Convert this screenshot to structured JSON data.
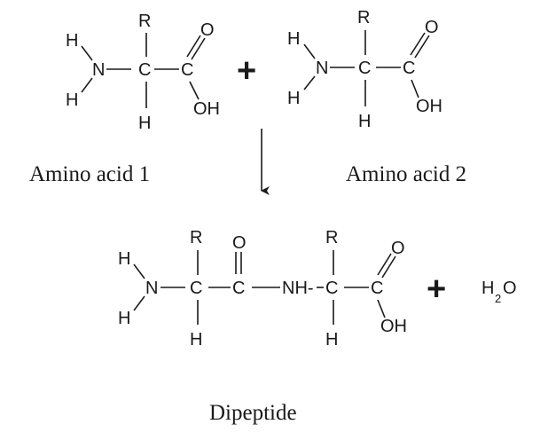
{
  "reactants": [
    {
      "atoms": {
        "r": "R",
        "h_top": "H",
        "n": "N",
        "h_bottom": "H",
        "c_alpha": "C",
        "h_alpha": "H",
        "c_carbonyl": "C",
        "o": "O",
        "oh": "OH"
      },
      "caption": "Amino acid 1"
    },
    {
      "atoms": {
        "r": "R",
        "h_top": "H",
        "n": "N",
        "h_bottom": "H",
        "c_alpha": "C",
        "h_alpha": "H",
        "c_carbonyl": "C",
        "o": "O",
        "oh": "OH"
      },
      "caption": "Amino acid 2"
    }
  ],
  "plus_sign": "+",
  "product": {
    "atoms": {
      "h_top": "H",
      "n": "N",
      "h_bottom": "H",
      "r1": "R",
      "c1": "C",
      "h1": "H",
      "o1": "O",
      "c2": "C",
      "nh": "NH-",
      "r2": "R",
      "c3": "C",
      "h3": "H",
      "o2": "O",
      "c4": "C",
      "oh": "OH"
    },
    "caption": "Dipeptide"
  },
  "water": {
    "h": "H",
    "subscript": "2",
    "o": "O"
  }
}
